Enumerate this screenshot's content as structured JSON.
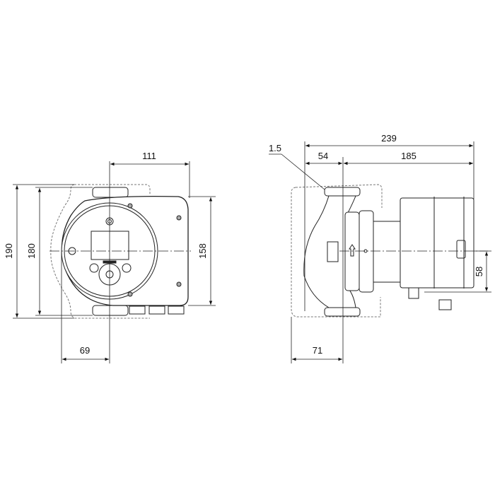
{
  "drawing": {
    "subject": "circulator pump dimension drawing",
    "views": {
      "front": {
        "dimensions": {
          "overall_height_outer": "190",
          "overall_height_flange": "180",
          "control_box_height": "158",
          "axis_to_right_edge": "111",
          "left_edge_to_axis": "69"
        }
      },
      "side": {
        "dimensions": {
          "overall_length": "239",
          "flange_to_axis": "54",
          "axis_to_motor_end": "185",
          "flange_thickness_note": "1.5",
          "rear_to_axis": "71",
          "axis_to_bottom": "58"
        }
      }
    },
    "colors": {
      "line": "#222222",
      "dash": "#777777",
      "fill": "#ffffff"
    }
  }
}
